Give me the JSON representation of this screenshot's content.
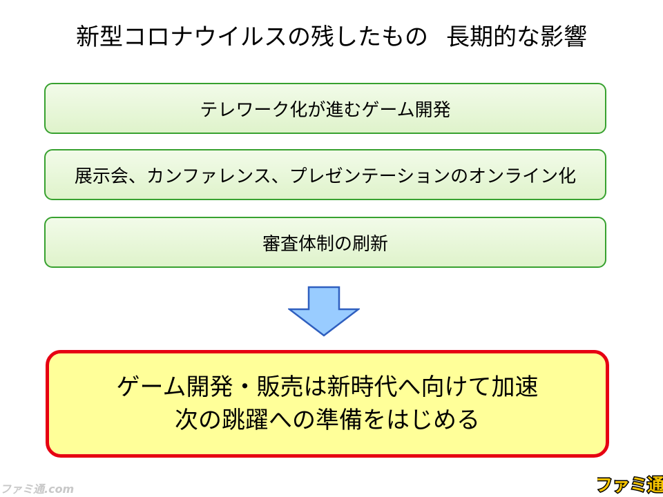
{
  "title": {
    "main": "新型コロナウイルスの残したもの",
    "sub": "長期的な影響"
  },
  "effects": [
    "テレワーク化が進むゲーム開発",
    "展示会、カンファレンス、プレゼンテーションのオンライン化",
    "審査体制の刷新"
  ],
  "conclusion": {
    "line1": "ゲーム開発・販売は新時代へ向けて加速",
    "line2": "次の跳躍への準備をはじめる"
  },
  "watermark": {
    "site": "ファミ通.com",
    "logo": "ファミ通"
  },
  "colors": {
    "box_border": "#37a12f",
    "box_fill": "#dff3cb",
    "arrow_fill": "#99ccff",
    "arrow_stroke": "#2f5fbf",
    "result_border": "#e60012",
    "result_fill": "#ffff99",
    "logo_fill": "#f5c400"
  }
}
